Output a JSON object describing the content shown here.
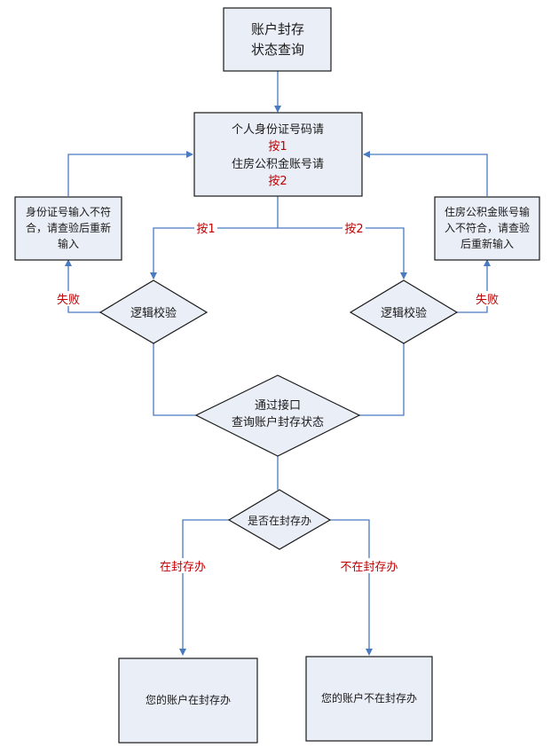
{
  "nodes": {
    "start": [
      "账户封存",
      "状态查询"
    ],
    "input": {
      "line1": "个人身份证号码请",
      "line2": "按1",
      "line3": "住房公积金账号请",
      "line4": "按2"
    },
    "id_error": [
      "身份证号输入不符",
      "合，请查验后重新",
      "输入"
    ],
    "account_error": [
      "住房公积金账号输",
      "入不符合，请查验",
      "后重新输入"
    ],
    "check_left": "逻辑校验",
    "check_right": "逻辑校验",
    "query": [
      "通过接口",
      "查询账户封存状态"
    ],
    "decision": "是否在封存办",
    "result_in": "您的账户在封存办",
    "result_not_in": "您的账户不在封存办"
  },
  "edges": {
    "press1": "按1",
    "press2": "按2",
    "fail_left": "失败",
    "fail_right": "失败",
    "in_office": "在封存办",
    "not_in_office": "不在封存办"
  },
  "colors": {
    "box_fill": "#eaeef7",
    "line": "#4a7ac0",
    "label_red": "#c00000"
  }
}
